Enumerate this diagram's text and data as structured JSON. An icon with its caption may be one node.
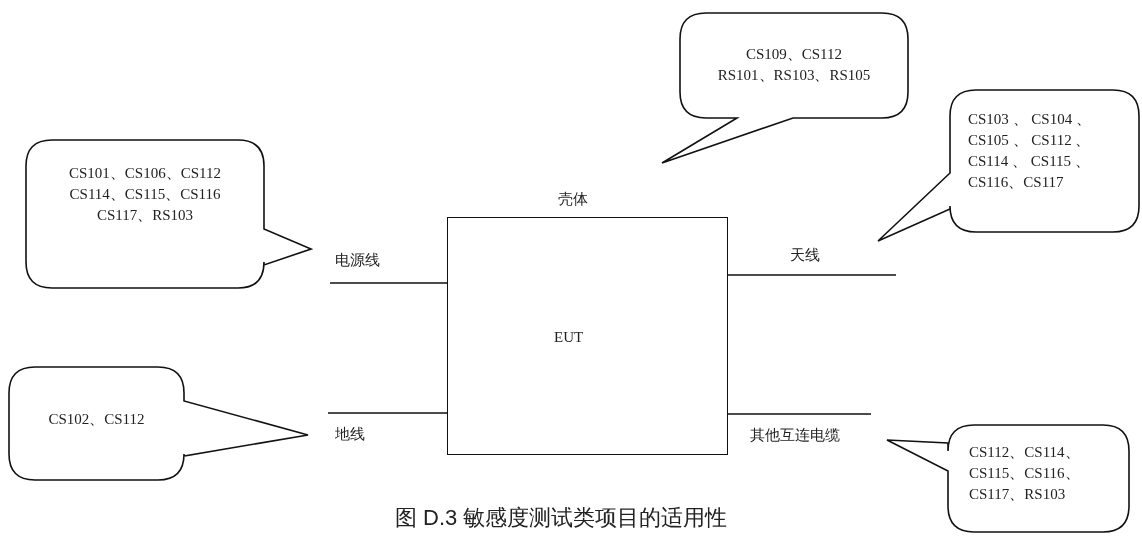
{
  "diagram": {
    "caption": "图 D.3 敏感度测试类项目的适用性",
    "nodes": [
      {
        "text": [
          "CS109、CS112 RS101、RS103、RS105"
        ]
      },
      {
        "text": [
          "CS103 、 CS104 、 CS105 、 CS112 、 CS114 、 CS115 、 CS116、CS117"
        ]
      },
      {
        "text": [
          "CS101、CS106、CS112 CS114、CS115、CS116 CS117、RS103"
        ]
      },
      {
        "text": [
          "EUT"
        ],
        "beside": [
          "壳体"
        ]
      },
      {
        "text": [
          "CS102、CS112"
        ]
      },
      {
        "text": [
          "CS112、CS114、 CS115、CS116、 CS117、RS103"
        ]
      }
    ],
    "edges": [
      {
        "from": 3,
        "to": null,
        "arrow": "none",
        "label": "电源线"
      },
      {
        "from": 3,
        "to": null,
        "arrow": "none",
        "label": "天线"
      },
      {
        "from": 3,
        "to": null,
        "arrow": "none",
        "label": "地线"
      },
      {
        "from": 3,
        "to": null,
        "arrow": "none",
        "label": "其他互连电缆"
      }
    ]
  }
}
